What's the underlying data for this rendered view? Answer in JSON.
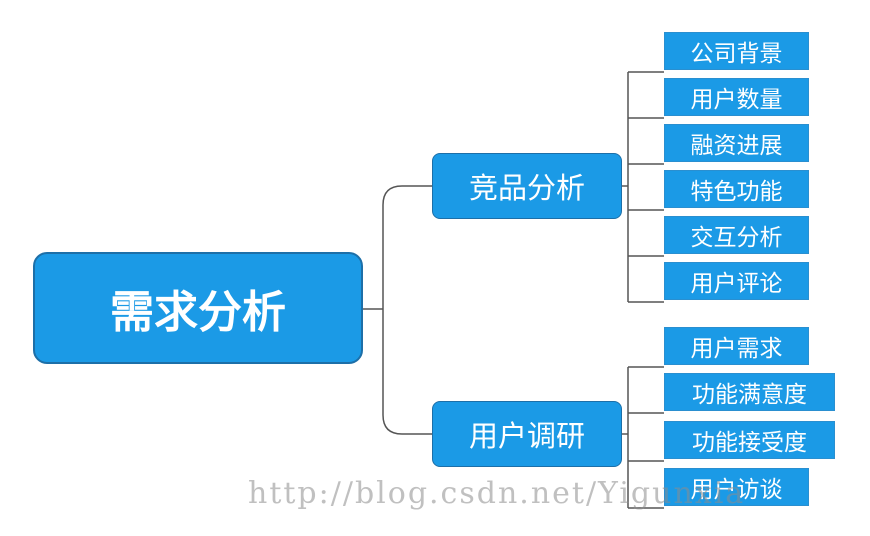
{
  "root": {
    "label": "需求分析"
  },
  "branches": [
    {
      "label": "竞品分析",
      "children": [
        "公司背景",
        "用户数量",
        "融资进展",
        "特色功能",
        "交互分析",
        "用户评论"
      ]
    },
    {
      "label": "用户调研",
      "children": [
        "用户需求",
        "功能满意度",
        "功能接受度",
        "用户访谈"
      ]
    }
  ],
  "watermark": "http://blog.csdn.net/Yigunxia",
  "colors": {
    "node_fill": "#1b9ae6",
    "node_text": "#ffffff",
    "connector": "#555555"
  }
}
